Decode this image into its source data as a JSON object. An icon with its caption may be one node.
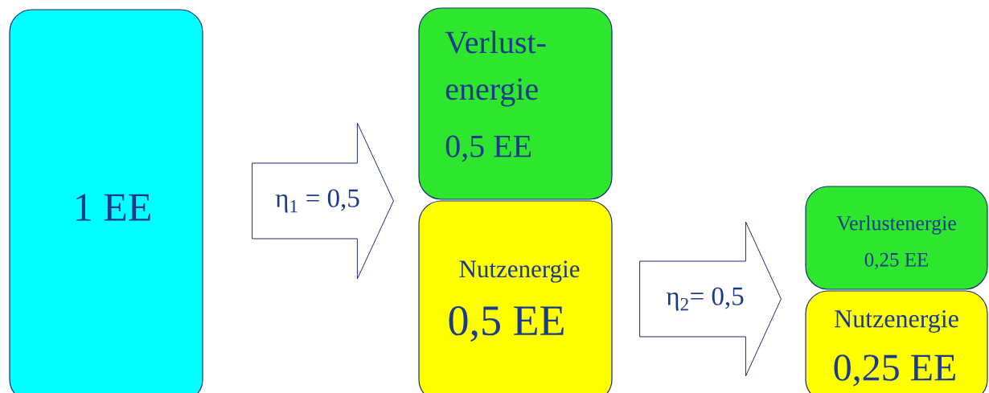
{
  "diagram": {
    "nodes": [
      {
        "text": [
          "1 EE"
        ]
      },
      {
        "text": [
          "Verlust- energie",
          "0,5 EE"
        ]
      },
      {
        "text": [
          "Nutzenergie",
          "0,5 EE"
        ]
      },
      {
        "text": [
          "Verlustenergie",
          "0,25 EE"
        ]
      },
      {
        "text": [
          "Nutzenergie",
          "0,25 EE"
        ]
      }
    ],
    "edges": [
      {
        "from": 0,
        "to": 1,
        "arrow": "to",
        "label": "η$_{1}$ = 0,5"
      },
      {
        "from": 2,
        "to": 4,
        "arrow": "to",
        "label": "η$_{2}$= 0,5"
      }
    ]
  }
}
